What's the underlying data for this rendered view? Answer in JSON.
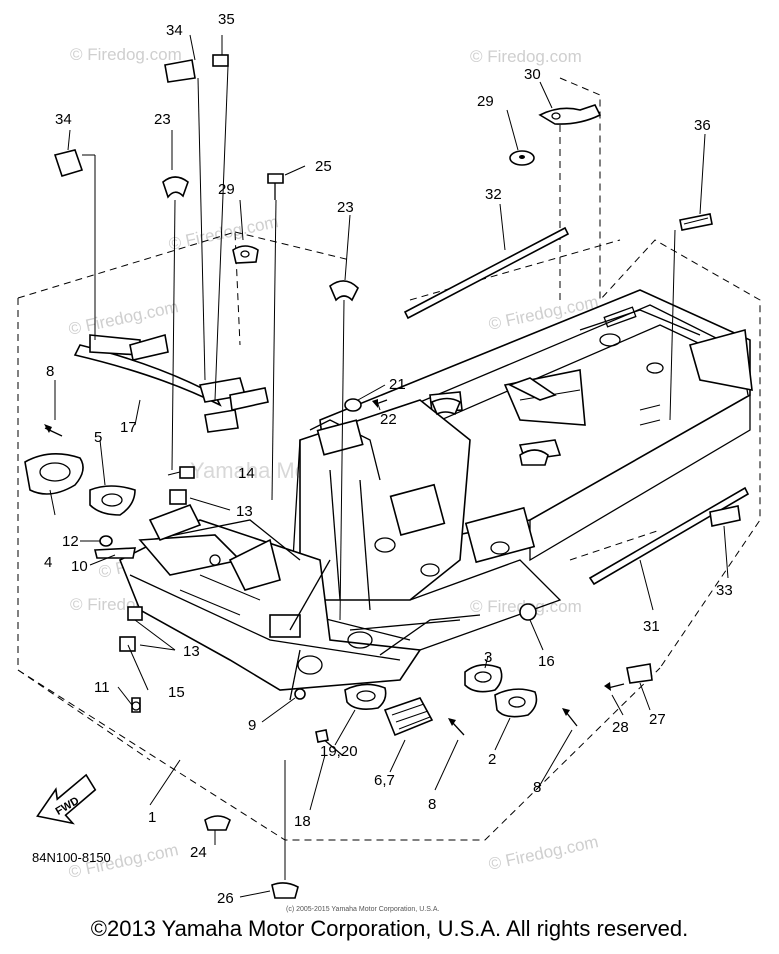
{
  "diagram": {
    "diagram_code": "84N100-8150",
    "fwd_label": "FWD",
    "watermarks": [
      "© Firedog.com",
      "© Firedog.com",
      "© Firedog.com",
      "© Firedog.com",
      "© Firedog.com",
      "© Firedog.com",
      "© Firedog.com",
      "© Firedog.com",
      "© Firedog.com",
      "© Firedog.com"
    ],
    "watermark_center": "Yamaha Motor Corp, U.S.A.",
    "small_copyright": "(c) 2005-2015 Yamaha Motor Corporation, U.S.A.",
    "callouts": [
      "1",
      "2",
      "3",
      "4",
      "5",
      "6,7",
      "8",
      "8",
      "8",
      "9",
      "10",
      "11",
      "12",
      "13",
      "13",
      "14",
      "15",
      "16",
      "17",
      "18",
      "19,20",
      "21",
      "22",
      "23",
      "23",
      "24",
      "25",
      "26",
      "27",
      "28",
      "29",
      "29",
      "30",
      "31",
      "32",
      "33",
      "34",
      "34",
      "35",
      "36"
    ]
  },
  "footer": {
    "copyright": "©2013 Yamaha Motor Corporation, U.S.A. All rights reserved."
  }
}
